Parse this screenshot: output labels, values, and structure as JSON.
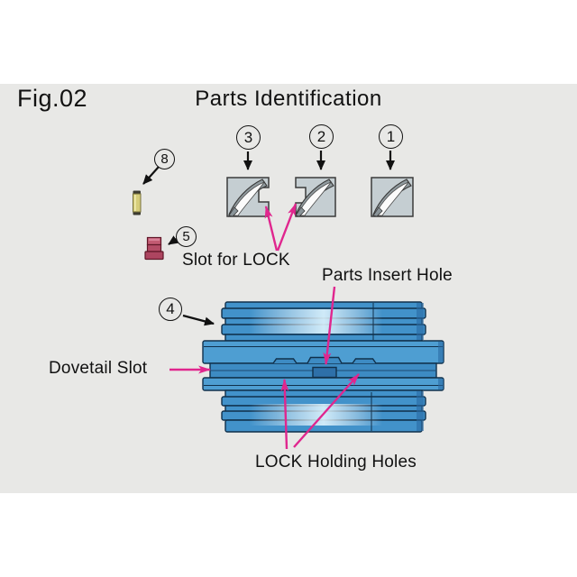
{
  "figure": {
    "fig_label": "Fig.02",
    "title": "Parts Identification"
  },
  "callouts": {
    "part1": "1",
    "part2": "2",
    "part3": "3",
    "part4": "4",
    "part5": "5",
    "part8": "8"
  },
  "labels": {
    "slot_for_lock": "Slot for LOCK",
    "parts_insert_hole": "Parts Insert Hole",
    "dovetail_slot": "Dovetail Slot",
    "lock_holding_holes": "LOCK Holding Holes"
  },
  "colors": {
    "background": "#ffffff",
    "panel_gray": "#e8e8e6",
    "text": "#111111",
    "arrow_black": "#111111",
    "arrow_magenta": "#e0268e",
    "drum_blue": "#4292ca",
    "drum_flange_blue": "#4e9ed2",
    "drum_outline": "#10304b",
    "cutter_gray": "#c5ced2",
    "blade_back_gray": "#919b9f",
    "rod_yellow": "#d6cd7a",
    "lock_crimson": "#b44c66"
  }
}
